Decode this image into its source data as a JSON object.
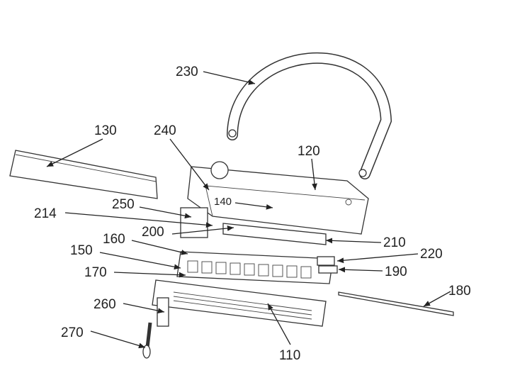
{
  "diagram": {
    "labels": {
      "l230": "230",
      "l130": "130",
      "l240": "240",
      "l120": "120",
      "l140": "140",
      "l250": "250",
      "l214": "214",
      "l200": "200",
      "l160": "160",
      "l150": "150",
      "l170": "170",
      "l210": "210",
      "l220": "220",
      "l190": "190",
      "l180": "180",
      "l260": "260",
      "l270": "270",
      "l110": "110"
    }
  }
}
